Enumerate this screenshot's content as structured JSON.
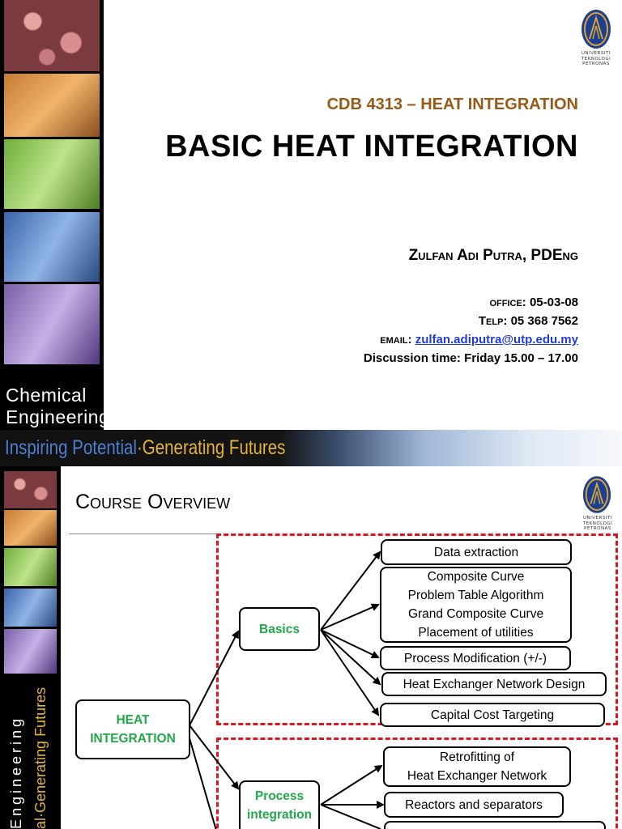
{
  "slide1": {
    "brand_line1": "Chemical",
    "brand_line2": "Engineering",
    "banner_part1": "Inspiring Potential",
    "banner_dot": "·",
    "banner_part2": "Generating Futures",
    "course_code": "CDB 4313 – HEAT INTEGRATION",
    "title": "BASIC HEAT INTEGRATION",
    "presenter": "Zulfan Adi Putra, PDEng",
    "office_label": "office:",
    "office_value": "05-03-08",
    "telp_label": "Telp:",
    "telp_value": "05 368 7562",
    "email_label": "email:",
    "email_value": "zulfan.adiputra@utp.edu.my",
    "discussion_label": "Discussion time:",
    "discussion_value": "Friday 15.00 – 17.00",
    "logo_text_1": "UNIVERSITI",
    "logo_text_2": "TEKNOLOGI",
    "logo_text_3": "PETRONAS"
  },
  "slide2": {
    "title": "Course Overview",
    "vert_text_1": "Engineering",
    "vert_text_2": "al·Generating Futures",
    "logo_text_1": "UNIVERSITI",
    "logo_text_2": "TEKNOLOGI",
    "logo_text_3": "PETRONAS",
    "root": "HEAT\nINTEGRATION",
    "basics": "Basics",
    "process_integration": "Process\nintegration",
    "basics_items": [
      "Data extraction",
      "Composite Curve\nProblem Table Algorithm\nGrand Composite Curve\nPlacement of utilities",
      "Process Modification (+/-)",
      "Heat Exchanger Network Design",
      "Capital Cost Targeting"
    ],
    "process_items": [
      "Retrofitting of\nHeat Exchanger Network",
      "Reactors and separators"
    ]
  },
  "colors": {
    "course_code": "#9a5a16",
    "email_link": "#1f3bd8",
    "green_label": "#22a84a",
    "dashed_border": "#e0141e",
    "banner_blue": "#4d7fd0",
    "banner_gold": "#e3b33b"
  }
}
